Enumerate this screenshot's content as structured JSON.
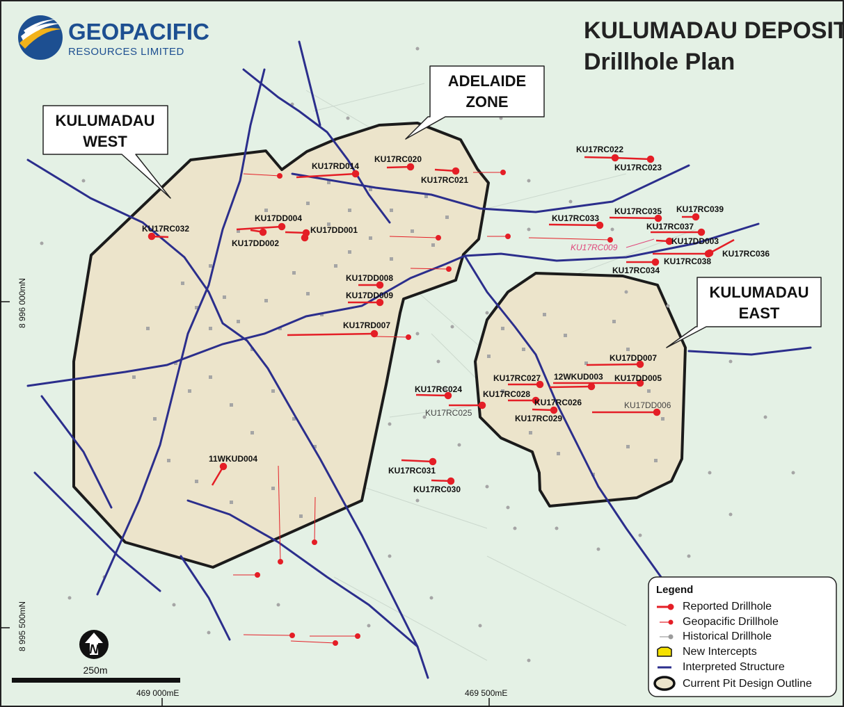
{
  "brand": {
    "name": "GEOPACIFIC",
    "subtitle": "RESOURCES LIMITED"
  },
  "title": {
    "line1": "KULUMADAU DEPOSIT",
    "line2": "Drillhole Plan"
  },
  "zones": {
    "west": [
      "KULUMADAU",
      "WEST"
    ],
    "adelaide": [
      "ADELAIDE",
      "ZONE"
    ],
    "east": [
      "KULUMADAU",
      "EAST"
    ]
  },
  "drillholes": [
    {
      "label": "KU17RC022",
      "style": "bold"
    },
    {
      "label": "KU17RC023",
      "style": "bold"
    },
    {
      "label": "KU17RC020",
      "style": "bold"
    },
    {
      "label": "KU17RD014",
      "style": "bold"
    },
    {
      "label": "KU17RC021",
      "style": "bold"
    },
    {
      "label": "KU17RC035",
      "style": "bold"
    },
    {
      "label": "KU17RC039",
      "style": "bold"
    },
    {
      "label": "KU17RC033",
      "style": "bold"
    },
    {
      "label": "KU17RC037",
      "style": "bold"
    },
    {
      "label": "KU17DD003",
      "style": "bold"
    },
    {
      "label": "KU17RC036",
      "style": "bold"
    },
    {
      "label": "KU17RC038",
      "style": "bold"
    },
    {
      "label": "KU17RC034",
      "style": "bold"
    },
    {
      "label": "KU17RC009",
      "style": "pink"
    },
    {
      "label": "KU17RC032",
      "style": "bold"
    },
    {
      "label": "KU17DD004",
      "style": "bold"
    },
    {
      "label": "KU17DD001",
      "style": "bold"
    },
    {
      "label": "KU17DD002",
      "style": "bold"
    },
    {
      "label": "KU17DD008",
      "style": "bold"
    },
    {
      "label": "KU17DD009",
      "style": "bold"
    },
    {
      "label": "KU17RD007",
      "style": "bold"
    },
    {
      "label": "KU17DD007",
      "style": "bold"
    },
    {
      "label": "KU17RC027",
      "style": "bold"
    },
    {
      "label": "12WKUD003",
      "style": "bold"
    },
    {
      "label": "KU17DD005",
      "style": "bold"
    },
    {
      "label": "KU17RC024",
      "style": "bold"
    },
    {
      "label": "KU17RC028",
      "style": "bold"
    },
    {
      "label": "KU17RC026",
      "style": "bold"
    },
    {
      "label": "KU17RC025",
      "style": "grey"
    },
    {
      "label": "KU17RC029",
      "style": "bold"
    },
    {
      "label": "KU17DD006",
      "style": "grey"
    },
    {
      "label": "11WKUD004",
      "style": "bold"
    },
    {
      "label": "KU17RC031",
      "style": "bold"
    },
    {
      "label": "KU17RC030",
      "style": "bold"
    }
  ],
  "coordinates": {
    "north1": "8 996 000mN",
    "north2": "8 995 500mN",
    "east1": "469 000mE",
    "east2": "469 500mE"
  },
  "scale_bar": "250m",
  "north_arrow": "N",
  "legend": {
    "title": "Legend",
    "items": [
      {
        "label": "Reported Drillhole",
        "symbol": "reported-drillhole"
      },
      {
        "label": "Geopacific Drillhole",
        "symbol": "geopacific-drillhole"
      },
      {
        "label": "Historical Drillhole",
        "symbol": "historical-drillhole"
      },
      {
        "label": "New Intercepts",
        "symbol": "new-intercepts"
      },
      {
        "label": "Interpreted Structure",
        "symbol": "interpreted-structure"
      },
      {
        "label": "Current Pit Design Outline",
        "symbol": "pit-outline"
      }
    ]
  },
  "colors": {
    "background": "#e4f1e5",
    "pit_fill": "#ece4cb",
    "pit_outline": "#1b1b1b",
    "structure": "#2b2e8c",
    "drillhole_red": "#e41e26",
    "historical_grey": "#a0a0a0",
    "brand_blue": "#1d4f91",
    "intercept_yellow": "#f5e100"
  }
}
